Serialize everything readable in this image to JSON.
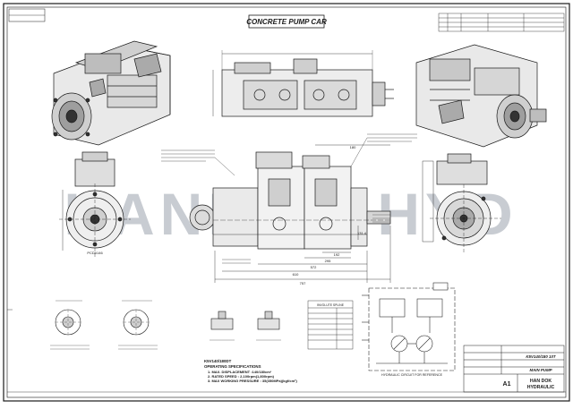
{
  "drawing": {
    "title": "CONCRETE PUMP CAR",
    "watermark": "HANDOK HYD",
    "notes": {
      "model_code": "K5V140/180DT",
      "heading": "OPERATING SPECIFICATIONS",
      "items": [
        "1. MAX. DISPLACEMENT :140/180cm³",
        "2. RATED SPEED : 2,100rpm(1,800rpm)",
        "3. MAX WORKING PRESSURE : 35(350MPa)(kgf/cm²)"
      ]
    },
    "hydraulic_circuit_caption": "HYDRAULIC CIRCUIT FOR REFERENCE",
    "spline_table_title": "INVOLUTE SPLINE"
  },
  "title_block": {
    "company_line1": "HAN DOK",
    "company_line2": "HYDRAULIC",
    "model": "K5V140/180 10T",
    "part_name": "MAIN PUMP",
    "sheet": "A1"
  },
  "dimensions": {
    "overall": "757",
    "d610": "610",
    "d572": "572",
    "d295": "295",
    "d192": "192",
    "d180": "180",
    "d1314": "131.4"
  },
  "flange_label": "PCD#146",
  "colors": {
    "ink": "#1a1a1a",
    "watermark": "#9aa3ad"
  }
}
